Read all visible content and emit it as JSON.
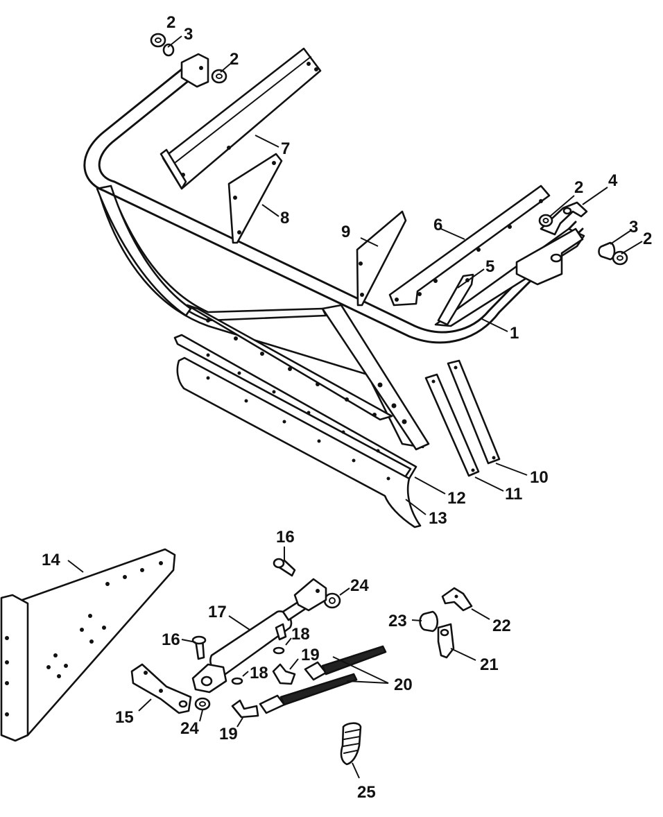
{
  "colors": {
    "ink": "#111111",
    "paper": "#ffffff"
  },
  "callouts": [
    {
      "id": "c-2a",
      "label": "2"
    },
    {
      "id": "c-3a",
      "label": "3"
    },
    {
      "id": "c-2b",
      "label": "2"
    },
    {
      "id": "c-7",
      "label": "7"
    },
    {
      "id": "c-8",
      "label": "8"
    },
    {
      "id": "c-9",
      "label": "9"
    },
    {
      "id": "c-6",
      "label": "6"
    },
    {
      "id": "c-2c",
      "label": "2"
    },
    {
      "id": "c-4",
      "label": "4"
    },
    {
      "id": "c-3b",
      "label": "3"
    },
    {
      "id": "c-2d",
      "label": "2"
    },
    {
      "id": "c-5",
      "label": "5"
    },
    {
      "id": "c-1",
      "label": "1"
    },
    {
      "id": "c-10",
      "label": "10"
    },
    {
      "id": "c-11",
      "label": "11"
    },
    {
      "id": "c-12",
      "label": "12"
    },
    {
      "id": "c-13",
      "label": "13"
    },
    {
      "id": "c-16a",
      "label": "16"
    },
    {
      "id": "c-14",
      "label": "14"
    },
    {
      "id": "c-24a",
      "label": "24"
    },
    {
      "id": "c-17",
      "label": "17"
    },
    {
      "id": "c-18a",
      "label": "18"
    },
    {
      "id": "c-16b",
      "label": "16"
    },
    {
      "id": "c-19a",
      "label": "19"
    },
    {
      "id": "c-18b",
      "label": "18"
    },
    {
      "id": "c-20",
      "label": "20"
    },
    {
      "id": "c-23",
      "label": "23"
    },
    {
      "id": "c-22",
      "label": "22"
    },
    {
      "id": "c-21",
      "label": "21"
    },
    {
      "id": "c-15",
      "label": "15"
    },
    {
      "id": "c-24b",
      "label": "24"
    },
    {
      "id": "c-19b",
      "label": "19"
    },
    {
      "id": "c-25",
      "label": "25"
    }
  ]
}
